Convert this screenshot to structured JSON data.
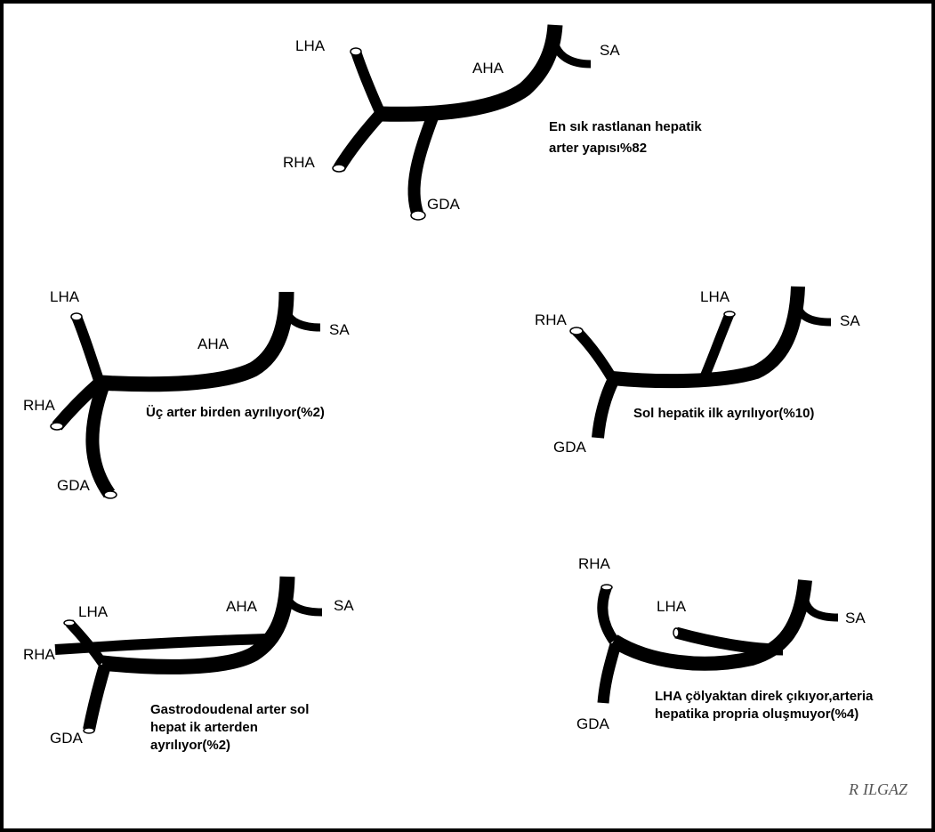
{
  "colors": {
    "vessel": "#000000",
    "background": "#ffffff",
    "signature": "#555555"
  },
  "panels": [
    {
      "id": "p1",
      "labels": {
        "lha": "LHA",
        "aha": "AHA",
        "sa": "SA",
        "rha": "RHA",
        "gda": "GDA"
      },
      "caption": [
        "En sık rastlanan hepatik",
        "arter yapısı%82"
      ]
    },
    {
      "id": "p2",
      "labels": {
        "lha": "LHA",
        "aha": "AHA",
        "sa": "SA",
        "rha": "RHA",
        "gda": "GDA"
      },
      "caption": [
        "Üç arter birden ayrılıyor(%2)"
      ]
    },
    {
      "id": "p3",
      "labels": {
        "lha": "LHA",
        "sa": "SA",
        "rha": "RHA",
        "gda": "GDA"
      },
      "caption": [
        "Sol hepatik ilk ayrılıyor(%10)"
      ]
    },
    {
      "id": "p4",
      "labels": {
        "lha": "LHA",
        "aha": "AHA",
        "sa": "SA",
        "rha": "RHA",
        "gda": "GDA"
      },
      "caption": [
        "Gastrodoudenal arter sol",
        "hepat ik arterden",
        "ayrılıyor(%2)"
      ]
    },
    {
      "id": "p5",
      "labels": {
        "lha": "LHA",
        "sa": "SA",
        "rha": "RHA",
        "gda": "GDA"
      },
      "caption": [
        "LHA çölyaktan direk çıkıyor,arteria",
        "hepatika propria oluşmuyor(%4)"
      ]
    }
  ],
  "signature": "ILGAZ",
  "signature_initial": "R"
}
